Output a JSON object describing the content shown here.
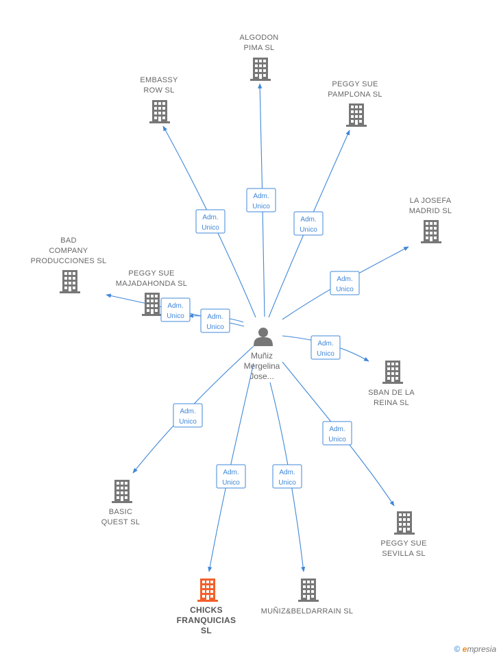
{
  "colors": {
    "edge": "#3f87d8",
    "node": "#777777",
    "highlight": "#f2602a",
    "text": "#666666"
  },
  "center": {
    "label_lines": [
      "Muñiz",
      "Mergelina",
      "Jose..."
    ],
    "icon": "person-icon"
  },
  "nodes": [
    {
      "id": "algodon",
      "label_lines": [
        "ALGODON",
        "PIMA SL"
      ],
      "role_lines": [
        "Adm.",
        "Unico"
      ],
      "highlight": false
    },
    {
      "id": "embassy",
      "label_lines": [
        "EMBASSY",
        "ROW  SL"
      ],
      "role_lines": [
        "Adm.",
        "Unico"
      ],
      "highlight": false
    },
    {
      "id": "peggy-pamplona",
      "label_lines": [
        "PEGGY SUE",
        "PAMPLONA SL"
      ],
      "role_lines": [
        "Adm.",
        "Unico"
      ],
      "highlight": false
    },
    {
      "id": "la-josefa",
      "label_lines": [
        "LA JOSEFA",
        "MADRID  SL"
      ],
      "role_lines": [
        "Adm.",
        "Unico"
      ],
      "highlight": false
    },
    {
      "id": "bad-company",
      "label_lines": [
        "BAD",
        "COMPANY",
        "PRODUCCIONES SL"
      ],
      "role_lines": [
        "Adm.",
        "Unico"
      ],
      "highlight": false
    },
    {
      "id": "peggy-majadahonda",
      "label_lines": [
        "PEGGY SUE",
        "MAJADAHONDA SL"
      ],
      "role_lines": [
        "Adm.",
        "Unico"
      ],
      "highlight": false
    },
    {
      "id": "sban",
      "label_lines": [
        "SBAN DE LA",
        "REINA  SL"
      ],
      "role_lines": [
        "Adm.",
        "Unico"
      ],
      "highlight": false
    },
    {
      "id": "basic-quest",
      "label_lines": [
        "BASIC",
        "QUEST SL"
      ],
      "role_lines": [
        "Adm.",
        "Unico"
      ],
      "highlight": false
    },
    {
      "id": "peggy-sevilla",
      "label_lines": [
        "PEGGY SUE",
        "SEVILLA SL"
      ],
      "role_lines": [
        "Adm.",
        "Unico"
      ],
      "highlight": false
    },
    {
      "id": "chicks",
      "label_lines": [
        "CHICKS",
        "FRANQUICIAS",
        "SL"
      ],
      "role_lines": [
        "Adm.",
        "Unico"
      ],
      "highlight": true
    },
    {
      "id": "munizbeldarrain",
      "label_lines": [
        "MUÑIZ&BELDARRAIN SL"
      ],
      "role_lines": [
        "Adm.",
        "Unico"
      ],
      "highlight": false
    }
  ],
  "footer": {
    "copyright": "©",
    "brand_e": "e",
    "brand_rest": "mpresia"
  }
}
